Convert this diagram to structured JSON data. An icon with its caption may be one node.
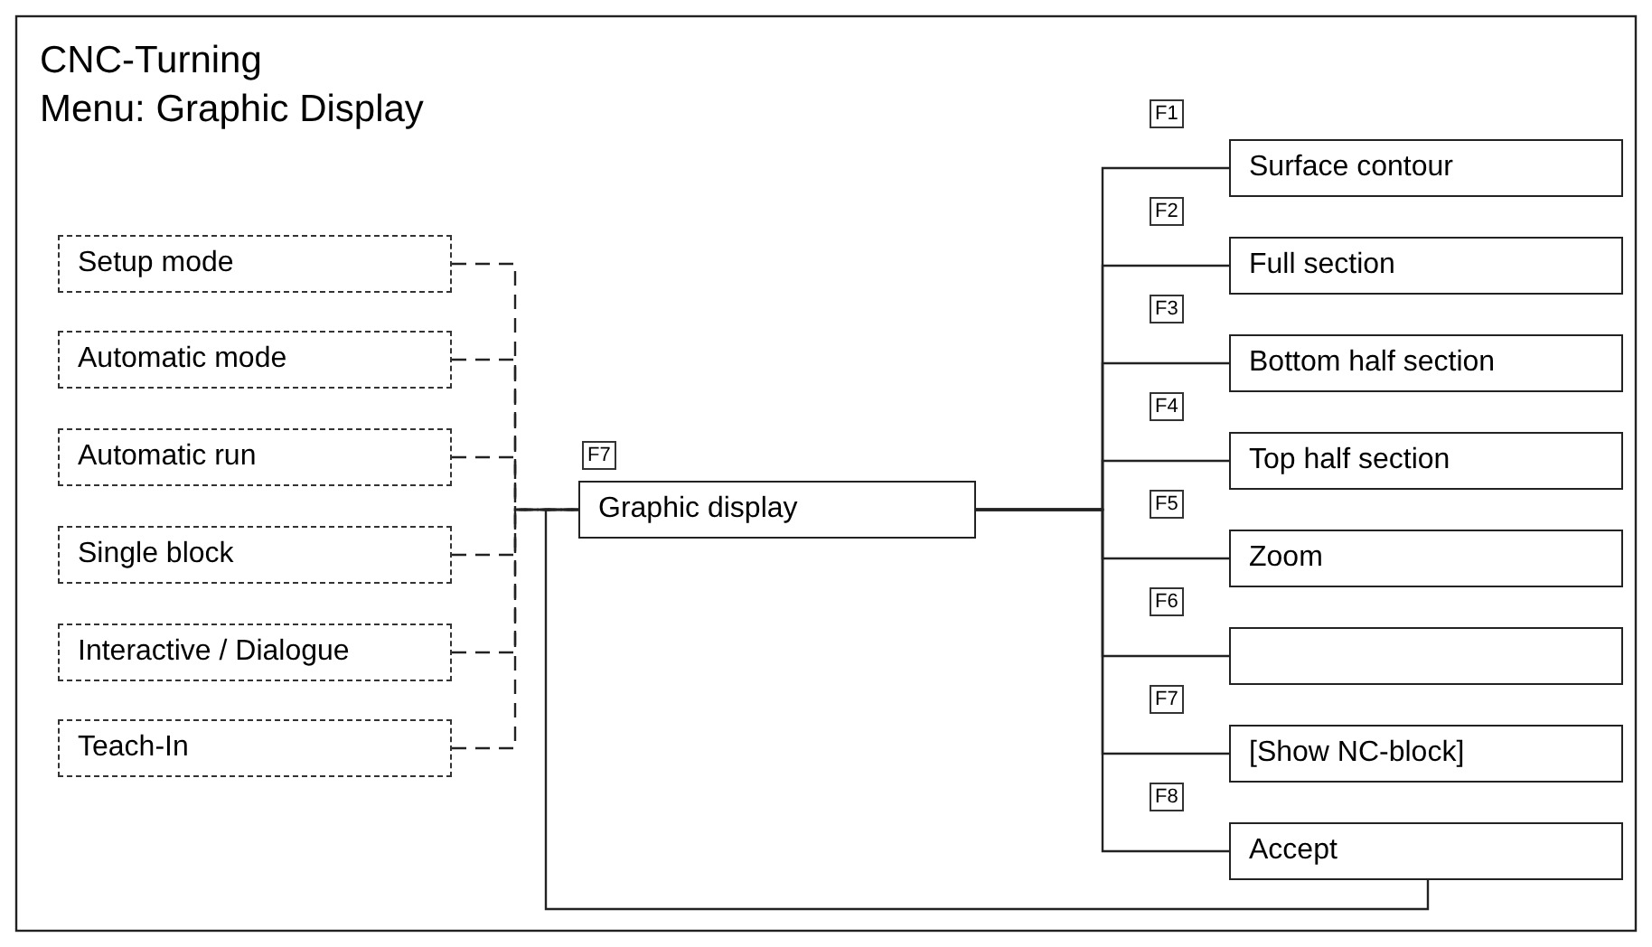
{
  "diagram": {
    "title": "CNC-Turning",
    "labels": [
      "Menu: Graphic Display"
    ],
    "nodes": [
      {
        "text": [
          "Setup mode"
        ]
      },
      {
        "text": [
          "Automatic mode"
        ]
      },
      {
        "text": [
          "Automatic run"
        ]
      },
      {
        "text": [
          "Single block"
        ]
      },
      {
        "text": [
          "Interactive / Dialogue"
        ]
      },
      {
        "text": [
          "Teach-In"
        ]
      },
      {
        "text": [
          "Graphic display"
        ],
        "beside": [
          "F7"
        ]
      },
      {
        "text": [
          "Surface contour"
        ],
        "beside": [
          "F1"
        ]
      },
      {
        "text": [
          "Full section"
        ],
        "beside": [
          "F2"
        ]
      },
      {
        "text": [
          "Bottom half section"
        ],
        "beside": [
          "F3"
        ]
      },
      {
        "text": [
          "Top half section"
        ],
        "beside": [
          "F4"
        ]
      },
      {
        "text": [
          "Zoom"
        ],
        "beside": [
          "F5"
        ]
      },
      {
        "text": [],
        "shape": "box",
        "beside": [
          "F6"
        ]
      },
      {
        "text": [
          "[Show NC-block]"
        ],
        "beside": [
          "F7"
        ]
      },
      {
        "text": [
          "Accept"
        ],
        "beside": [
          "F8"
        ]
      }
    ],
    "edges": [
      {
        "from": 0,
        "to": 6,
        "arrow": "none",
        "style": "dashed"
      },
      {
        "from": 1,
        "to": 6,
        "arrow": "none",
        "style": "dashed"
      },
      {
        "from": 2,
        "to": 6,
        "arrow": "none",
        "style": "dashed"
      },
      {
        "from": 3,
        "to": 6,
        "arrow": "none",
        "style": "dashed"
      },
      {
        "from": 4,
        "to": 6,
        "arrow": "none",
        "style": "dashed"
      },
      {
        "from": 5,
        "to": 6,
        "arrow": "none",
        "style": "dashed"
      },
      {
        "from": 6,
        "to": 7,
        "arrow": "none"
      },
      {
        "from": 6,
        "to": 8,
        "arrow": "none"
      },
      {
        "from": 6,
        "to": 9,
        "arrow": "none"
      },
      {
        "from": 6,
        "to": 10,
        "arrow": "none"
      },
      {
        "from": 6,
        "to": 11,
        "arrow": "none"
      },
      {
        "from": 6,
        "to": 12,
        "arrow": "none"
      },
      {
        "from": 6,
        "to": 13,
        "arrow": "none"
      },
      {
        "from": 6,
        "to": 14,
        "arrow": "none"
      },
      {
        "from": 14,
        "to": 6,
        "arrow": "none"
      }
    ]
  }
}
